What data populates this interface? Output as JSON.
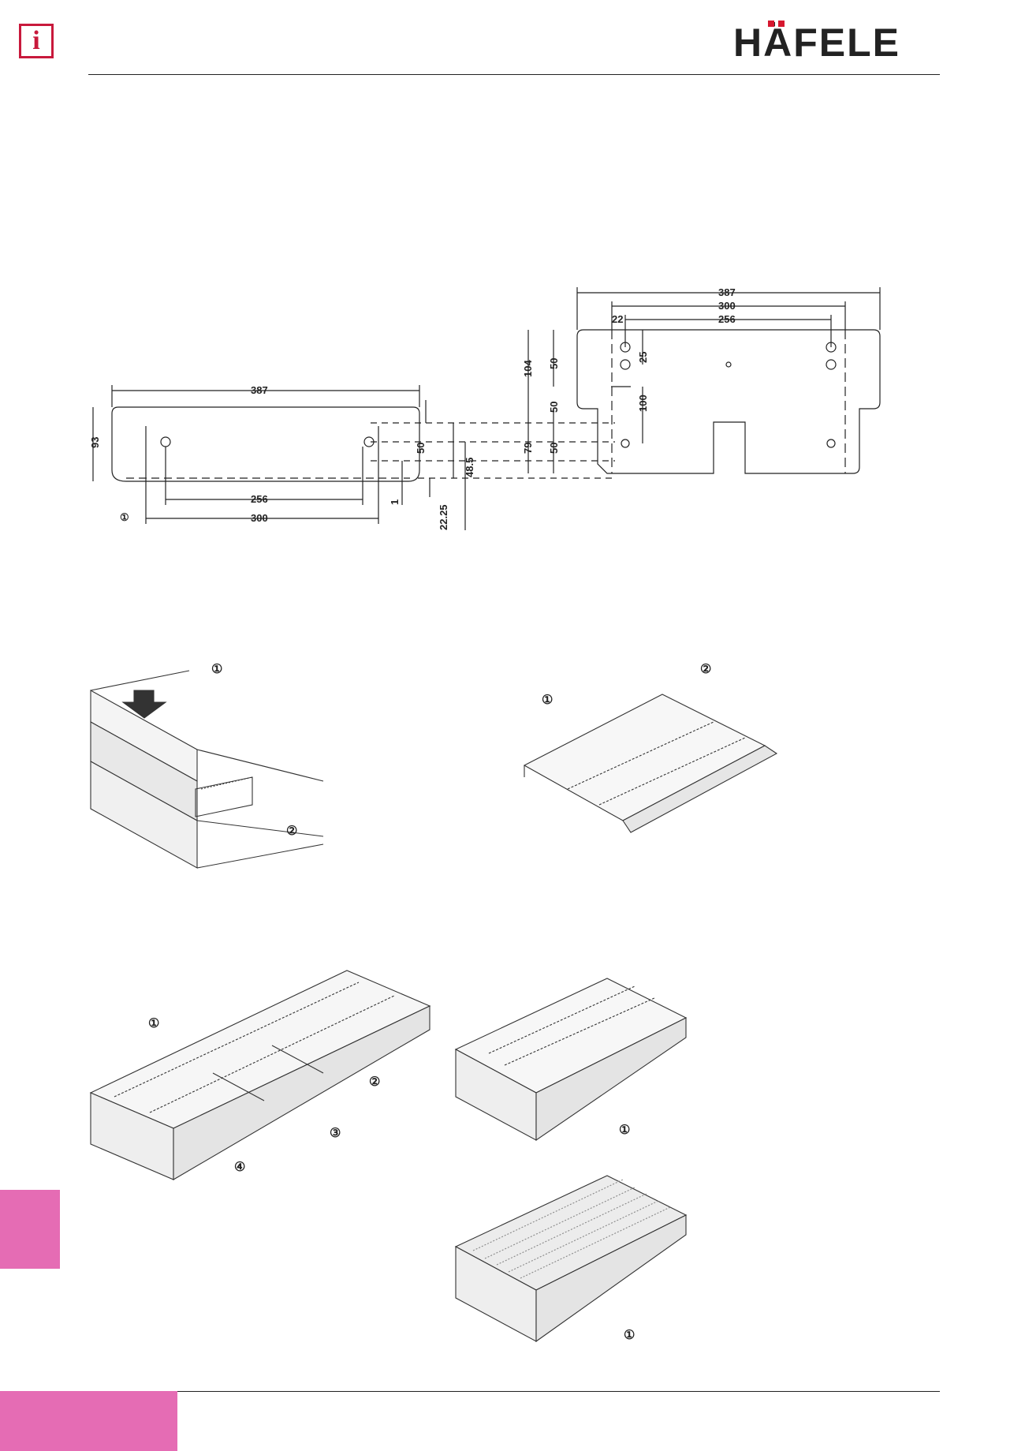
{
  "brand": {
    "name": "HÄFELE",
    "accent_color": "#e56cb4",
    "logo_gray": "#8f9296",
    "logo_red": "#d6172f"
  },
  "header": {
    "info_icon": "info-icon",
    "info_glyph": "i"
  },
  "dimension_drawing": {
    "left_panel": {
      "width": "387",
      "height": "93",
      "hole_spacing_inner": "256",
      "hole_spacing_outer": "300",
      "offset_1": "1",
      "callout": "①"
    },
    "vertical_offsets": [
      "50",
      "48.5",
      "22.25",
      "79",
      "50"
    ],
    "right_panel": {
      "width": "387",
      "hole_spacing_outer": "300",
      "hole_spacing_inner": "256",
      "edge_offset": "22",
      "height_total": "104",
      "upper_spacing": "50",
      "slot_spacing": "25",
      "lower_spacing": "50",
      "vertical_100": "100"
    }
  },
  "illustrations": {
    "fig_a": {
      "callouts": [
        "①",
        "②"
      ]
    },
    "fig_b": {
      "callouts": [
        "①",
        "②"
      ]
    },
    "fig_c": {
      "callouts": [
        "①",
        "②",
        "③",
        "④"
      ]
    },
    "fig_d": {
      "callouts": [
        "①"
      ]
    },
    "fig_e": {
      "callouts": [
        "①"
      ]
    }
  }
}
